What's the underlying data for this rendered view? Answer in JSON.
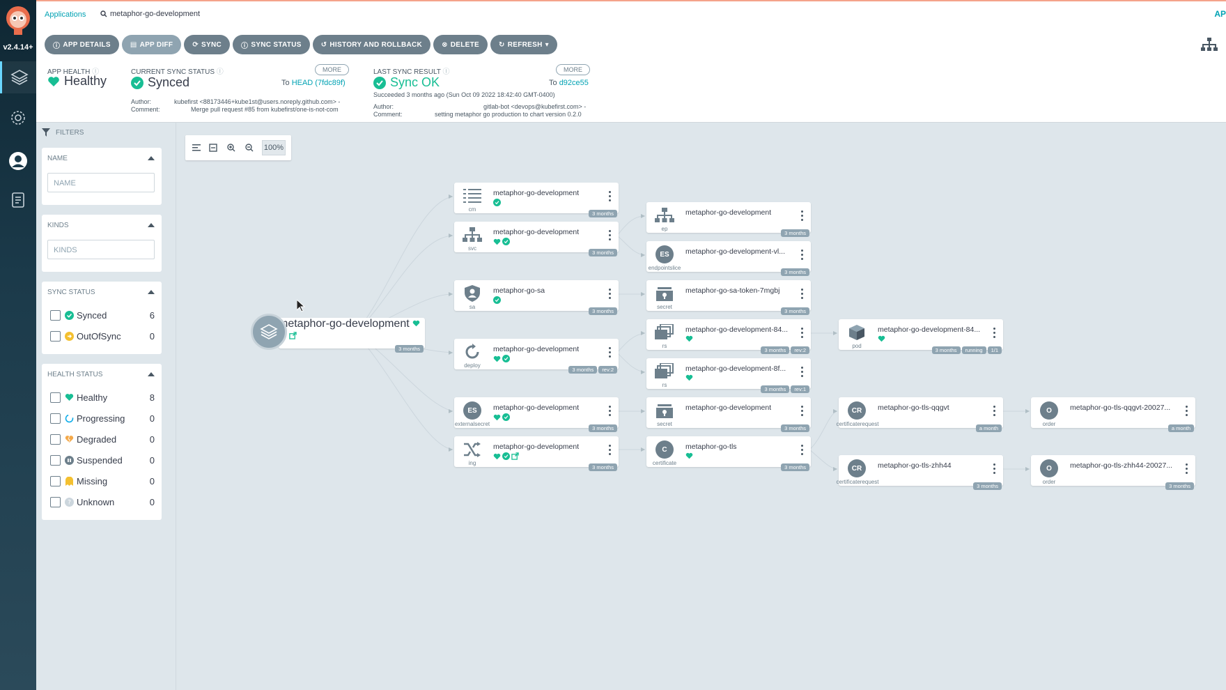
{
  "nav": {
    "version": "v2.4.14+"
  },
  "breadcrumb": {
    "applications": "Applications",
    "current": "metaphor-go-development"
  },
  "topbar": {
    "right_text": "AP"
  },
  "toolbar": {
    "buttons": [
      "APP DETAILS",
      "APP DIFF",
      "SYNC",
      "SYNC STATUS",
      "HISTORY AND ROLLBACK",
      "DELETE",
      "REFRESH"
    ]
  },
  "app_health": {
    "label": "APP HEALTH",
    "value": "Healthy"
  },
  "sync_status": {
    "label": "CURRENT SYNC STATUS",
    "value": "Synced",
    "more": "MORE",
    "to_prefix": "To",
    "revision": "HEAD (7fdc89f)",
    "author_label": "Author:",
    "author": "kubefirst <88173446+kube1st@users.noreply.github.com> -",
    "comment_label": "Comment:",
    "comment": "Merge pull request #85 from kubefirst/one-is-not-com"
  },
  "last_sync": {
    "label": "LAST SYNC RESULT",
    "value": "Sync OK",
    "more": "MORE",
    "to_prefix": "To",
    "revision": "d92ce55",
    "succeeded": "Succeeded 3 months ago (Sun Oct 09 2022 18:42:40 GMT-0400)",
    "author_label": "Author:",
    "author": "gitlab-bot <devops@kubefirst.com> -",
    "comment_label": "Comment:",
    "comment": "setting metaphor go production to chart version 0.2.0"
  },
  "filters": {
    "title": "FILTERS",
    "name": {
      "title": "NAME",
      "placeholder": "NAME"
    },
    "kinds": {
      "title": "KINDS",
      "placeholder": "KINDS"
    },
    "sync_status": {
      "title": "SYNC STATUS",
      "items": [
        {
          "label": "Synced",
          "count": "6"
        },
        {
          "label": "OutOfSync",
          "count": "0"
        }
      ]
    },
    "health_status": {
      "title": "HEALTH STATUS",
      "items": [
        {
          "label": "Healthy",
          "count": "8"
        },
        {
          "label": "Progressing",
          "count": "0"
        },
        {
          "label": "Degraded",
          "count": "0"
        },
        {
          "label": "Suspended",
          "count": "0"
        },
        {
          "label": "Missing",
          "count": "0"
        },
        {
          "label": "Unknown",
          "count": "0"
        }
      ]
    }
  },
  "graph": {
    "zoom": "100%",
    "app": {
      "name": "metaphor-go-development",
      "age": "3 months"
    },
    "nodes": {
      "cm": {
        "name": "metaphor-go-development",
        "kind": "cm",
        "age": "3 months"
      },
      "svc": {
        "name": "metaphor-go-development",
        "kind": "svc",
        "age": "3 months"
      },
      "sa": {
        "name": "metaphor-go-sa",
        "kind": "sa",
        "age": "3 months"
      },
      "deploy": {
        "name": "metaphor-go-development",
        "kind": "deploy",
        "age": "3 months",
        "rev": "rev:2"
      },
      "es": {
        "name": "metaphor-go-development",
        "kind": "externalsecret",
        "age": "3 months",
        "badge": "ES"
      },
      "ing": {
        "name": "metaphor-go-development",
        "kind": "ing",
        "age": "3 months"
      },
      "ep": {
        "name": "metaphor-go-development",
        "kind": "ep",
        "age": "3 months"
      },
      "eps": {
        "name": "metaphor-go-development-vl...",
        "kind": "endpointslice",
        "age": "3 months",
        "badge": "ES"
      },
      "sasecret": {
        "name": "metaphor-go-sa-token-7mgbj",
        "kind": "secret",
        "age": "3 months"
      },
      "rs1": {
        "name": "metaphor-go-development-84...",
        "kind": "rs",
        "age": "3 months",
        "rev": "rev:2"
      },
      "rs2": {
        "name": "metaphor-go-development-8f...",
        "kind": "rs",
        "age": "3 months",
        "rev": "rev:1"
      },
      "secret": {
        "name": "metaphor-go-development",
        "kind": "secret",
        "age": "3 months"
      },
      "cert": {
        "name": "metaphor-go-tls",
        "kind": "certificate",
        "age": "3 months",
        "badge": "C"
      },
      "pod": {
        "name": "metaphor-go-development-84...",
        "kind": "pod",
        "age": "3 months",
        "status": "running",
        "ready": "1/1"
      },
      "cr1": {
        "name": "metaphor-go-tls-qqgvt",
        "kind": "certificaterequest",
        "age": "a month",
        "badge": "CR"
      },
      "cr2": {
        "name": "metaphor-go-tls-zhh44",
        "kind": "certificaterequest",
        "age": "3 months",
        "badge": "CR"
      },
      "order1": {
        "name": "metaphor-go-tls-qqgvt-20027...",
        "kind": "order",
        "age": "a month",
        "badge": "O"
      },
      "order2": {
        "name": "metaphor-go-tls-zhh44-20027...",
        "kind": "order",
        "age": "3 months",
        "badge": "O"
      }
    }
  },
  "colors": {
    "accent": "#00a2b3",
    "healthy": "#18be94",
    "warning": "#f4c030",
    "muted": "#6d7f8b"
  }
}
